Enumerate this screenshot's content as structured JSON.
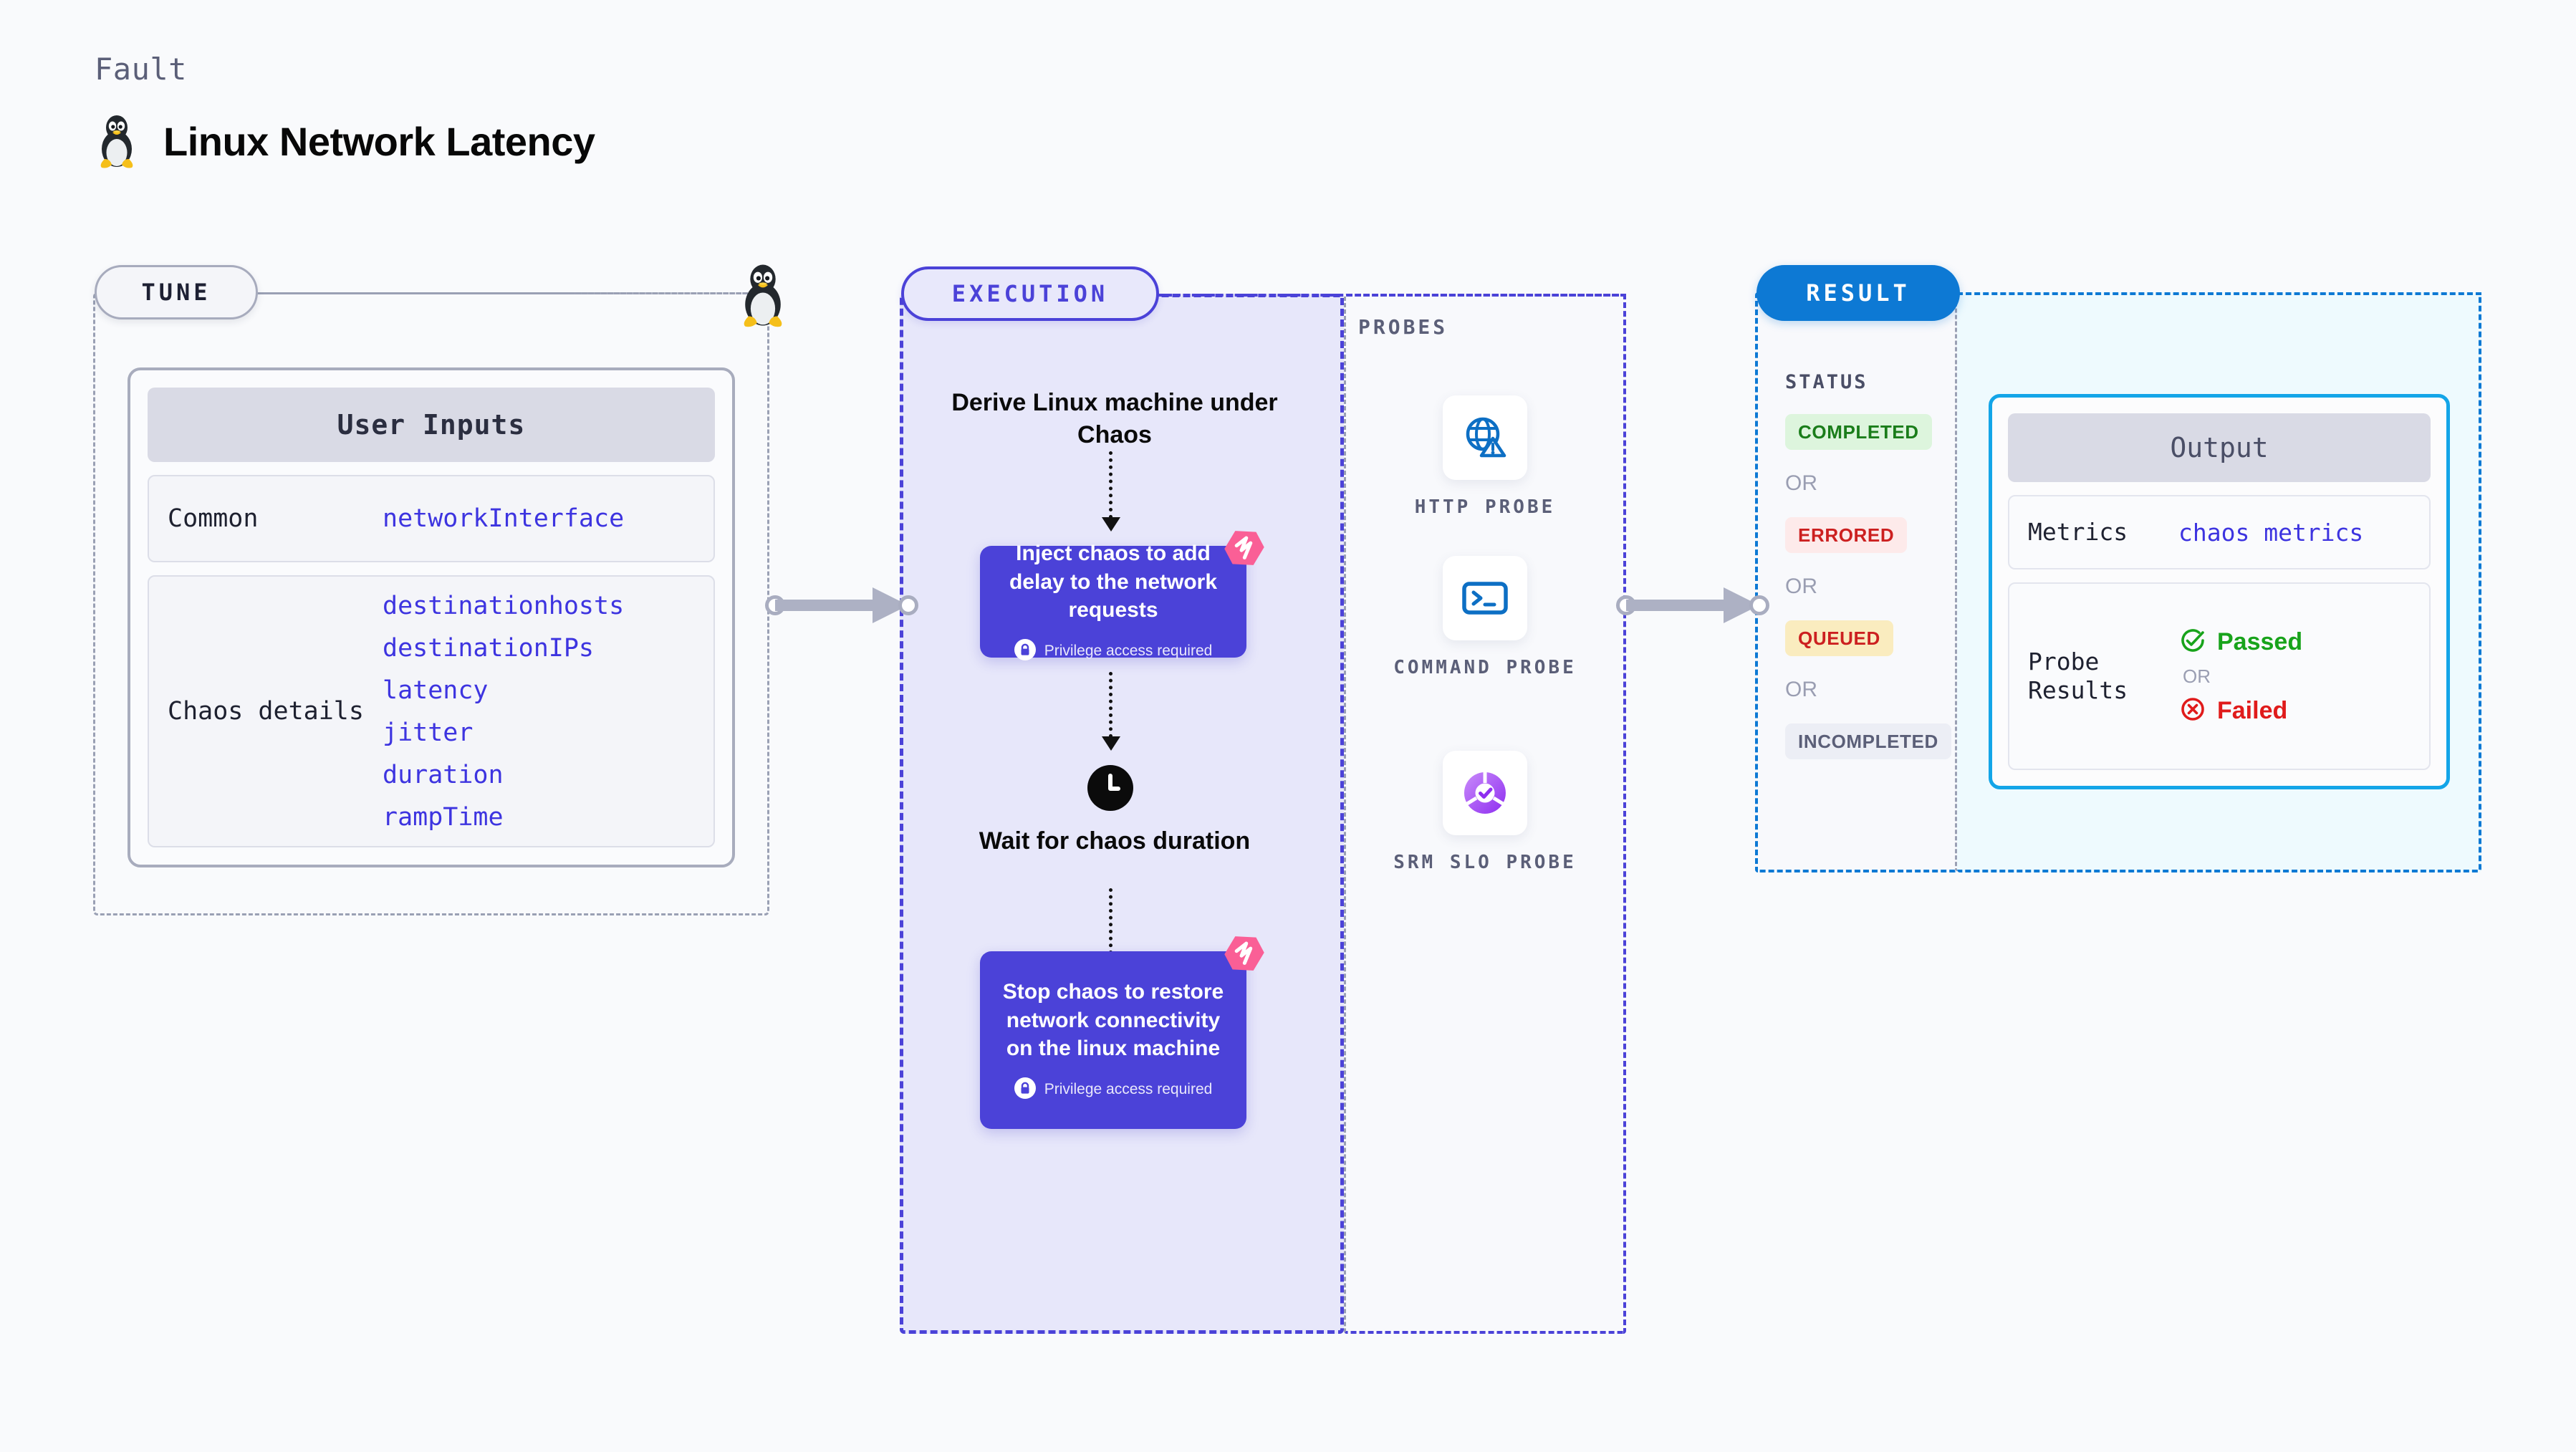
{
  "header": {
    "kicker": "Fault",
    "title": "Linux Network Latency",
    "icon": "linux-penguin-icon"
  },
  "tune": {
    "label": "TUNE",
    "card_title": "User Inputs",
    "rows": [
      {
        "key": "Common",
        "values": [
          "networkInterface"
        ]
      },
      {
        "key": "Chaos details",
        "values": [
          "destinationhosts",
          "destinationIPs",
          "latency",
          "jitter",
          "duration",
          "rampTime"
        ]
      }
    ]
  },
  "execution": {
    "label": "EXECUTION",
    "steps": [
      {
        "type": "text",
        "title": "Derive Linux machine under Chaos"
      },
      {
        "type": "chaos",
        "title": "Inject chaos to add delay to the network requests",
        "note": "Privilege access required",
        "badge": "harness-ribbon-icon"
      },
      {
        "type": "wait",
        "icon": "clock-icon",
        "title": "Wait for chaos duration"
      },
      {
        "type": "chaos",
        "title": "Stop chaos to restore network connectivity on the linux machine",
        "note": "Privilege access required",
        "badge": "harness-ribbon-icon"
      }
    ]
  },
  "probes": {
    "label": "PROBES",
    "items": [
      {
        "name": "HTTP PROBE",
        "icon": "globe-warning-icon"
      },
      {
        "name": "COMMAND PROBE",
        "icon": "terminal-icon"
      },
      {
        "name": "SRM SLO PROBE",
        "icon": "slo-donut-check-icon"
      }
    ]
  },
  "result": {
    "label": "RESULT",
    "status_label": "STATUS",
    "or_label": "OR",
    "statuses": [
      {
        "text": "COMPLETED",
        "bg": "#ddf5dd",
        "fg": "#1a7d1a"
      },
      {
        "text": "ERRORED",
        "bg": "#fdeaea",
        "fg": "#cc2020"
      },
      {
        "text": "QUEUED",
        "bg": "#faecbf",
        "fg": "#cc2020"
      },
      {
        "text": "INCOMPLETED",
        "bg": "#eceef5",
        "fg": "#5b5f78"
      }
    ],
    "output": {
      "title": "Output",
      "metrics_key": "Metrics",
      "metrics_value": "chaos metrics",
      "probe_key": "Probe Results",
      "passed": "Passed",
      "failed": "Failed",
      "or_label": "OR"
    }
  },
  "colors": {
    "purple": "#4b42d8",
    "blue": "#0d79d4",
    "cyan": "#13a5e8",
    "pink": "#fa5f96",
    "gray_dash": "#9aa0b4",
    "code_blue": "#3d34e0"
  }
}
